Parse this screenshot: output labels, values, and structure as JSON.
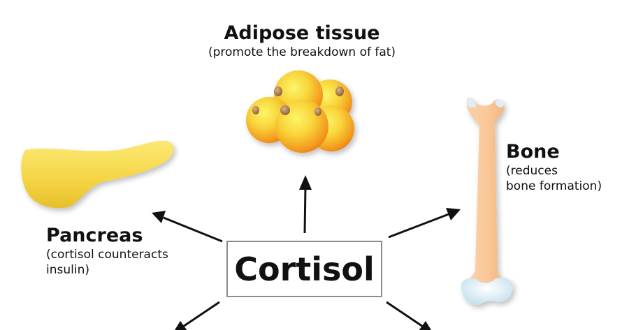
{
  "center": {
    "label": "Cortisol"
  },
  "targets": {
    "adipose": {
      "title": "Adipose tissue",
      "description": "(promote the breakdown of fat)"
    },
    "bone": {
      "title": "Bone",
      "description_line1": "(reduces",
      "description_line2": "bone formation)"
    },
    "pancreas": {
      "title": "Pancreas",
      "description_line1": "(cortisol counteracts",
      "description_line2": "insulin)"
    }
  },
  "colors": {
    "fat_cell": "#f7a21b",
    "fat_cell_highlight": "#f9f25a",
    "pancreas": "#f5d84a",
    "bone": "#f8c79a",
    "bone_cartilage": "#cfe6f2",
    "arrow": "#111111",
    "box_border": "#8c8c8c"
  }
}
